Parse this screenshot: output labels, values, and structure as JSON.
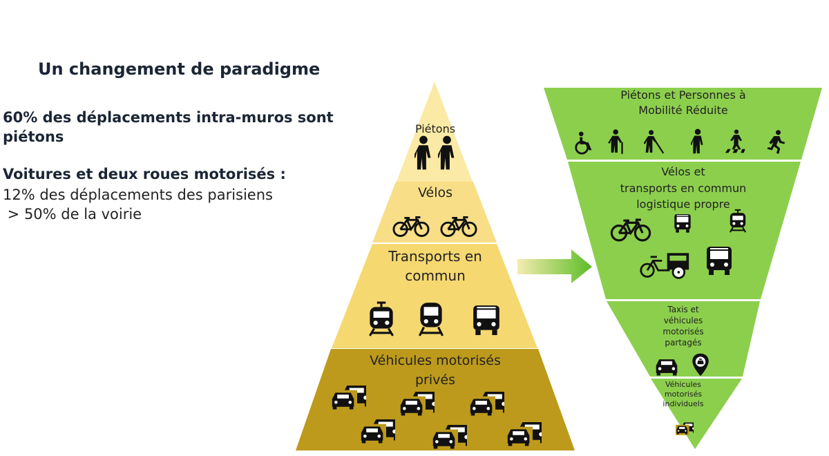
{
  "heading": "Un changement de paradigme",
  "stats": {
    "pedestrians": [
      "60% des déplacements intra-muros sont",
      "piétons"
    ],
    "motor_heading": "Voitures et deux roues motorisés :",
    "motor_share_trips": "12% des déplacements des parisiens",
    "motor_share_road": " > 50% de la voirie"
  },
  "current_pyramid": {
    "levels": [
      {
        "label": "Piétons",
        "icons": [
          "pedestrian-icon",
          "pedestrian-icon"
        ]
      },
      {
        "label": "Vélos",
        "icons": [
          "bicycle-icon",
          "bicycle-icon"
        ]
      },
      {
        "label_lines": [
          "Transports en",
          "commun"
        ],
        "icons": [
          "tram-icon",
          "train-icon",
          "bus-icon"
        ]
      },
      {
        "label_lines": [
          "Véhicules motorisés",
          "privés"
        ],
        "icons": [
          "traffic-jam-icon"
        ]
      }
    ],
    "colors": [
      "#fbeaa5",
      "#f8de86",
      "#f6d870",
      "#bd9a1c"
    ]
  },
  "target_pyramid": {
    "levels": [
      {
        "label_lines": [
          "Piétons et Personnes à",
          "Mobilité Réduite"
        ],
        "icons": [
          "wheelchair-icon",
          "elderly-cane-icon",
          "blind-cane-icon",
          "pedestrian-icon",
          "crosswalk-icon",
          "runner-icon"
        ]
      },
      {
        "label_lines": [
          "Vélos et",
          "transports en commun",
          "logistique propre"
        ],
        "icons": [
          "bicycle-icon",
          "bus-icon",
          "tram-icon",
          "cargo-bike-icon",
          "bus-icon"
        ]
      },
      {
        "label_lines": [
          "Taxis et",
          "véhicules",
          "motorisés",
          "partagés"
        ],
        "icons": [
          "shared-car-icon",
          "taxi-pin-icon"
        ]
      },
      {
        "label_lines": [
          "Véhicules",
          "motorisés",
          "individuels"
        ],
        "icons": [
          "car-icon"
        ]
      }
    ],
    "color": "#8ccf4d"
  },
  "arrow": {
    "direction": "right",
    "color_start": "#f1e8a0",
    "color_end": "#5fbf2a"
  }
}
